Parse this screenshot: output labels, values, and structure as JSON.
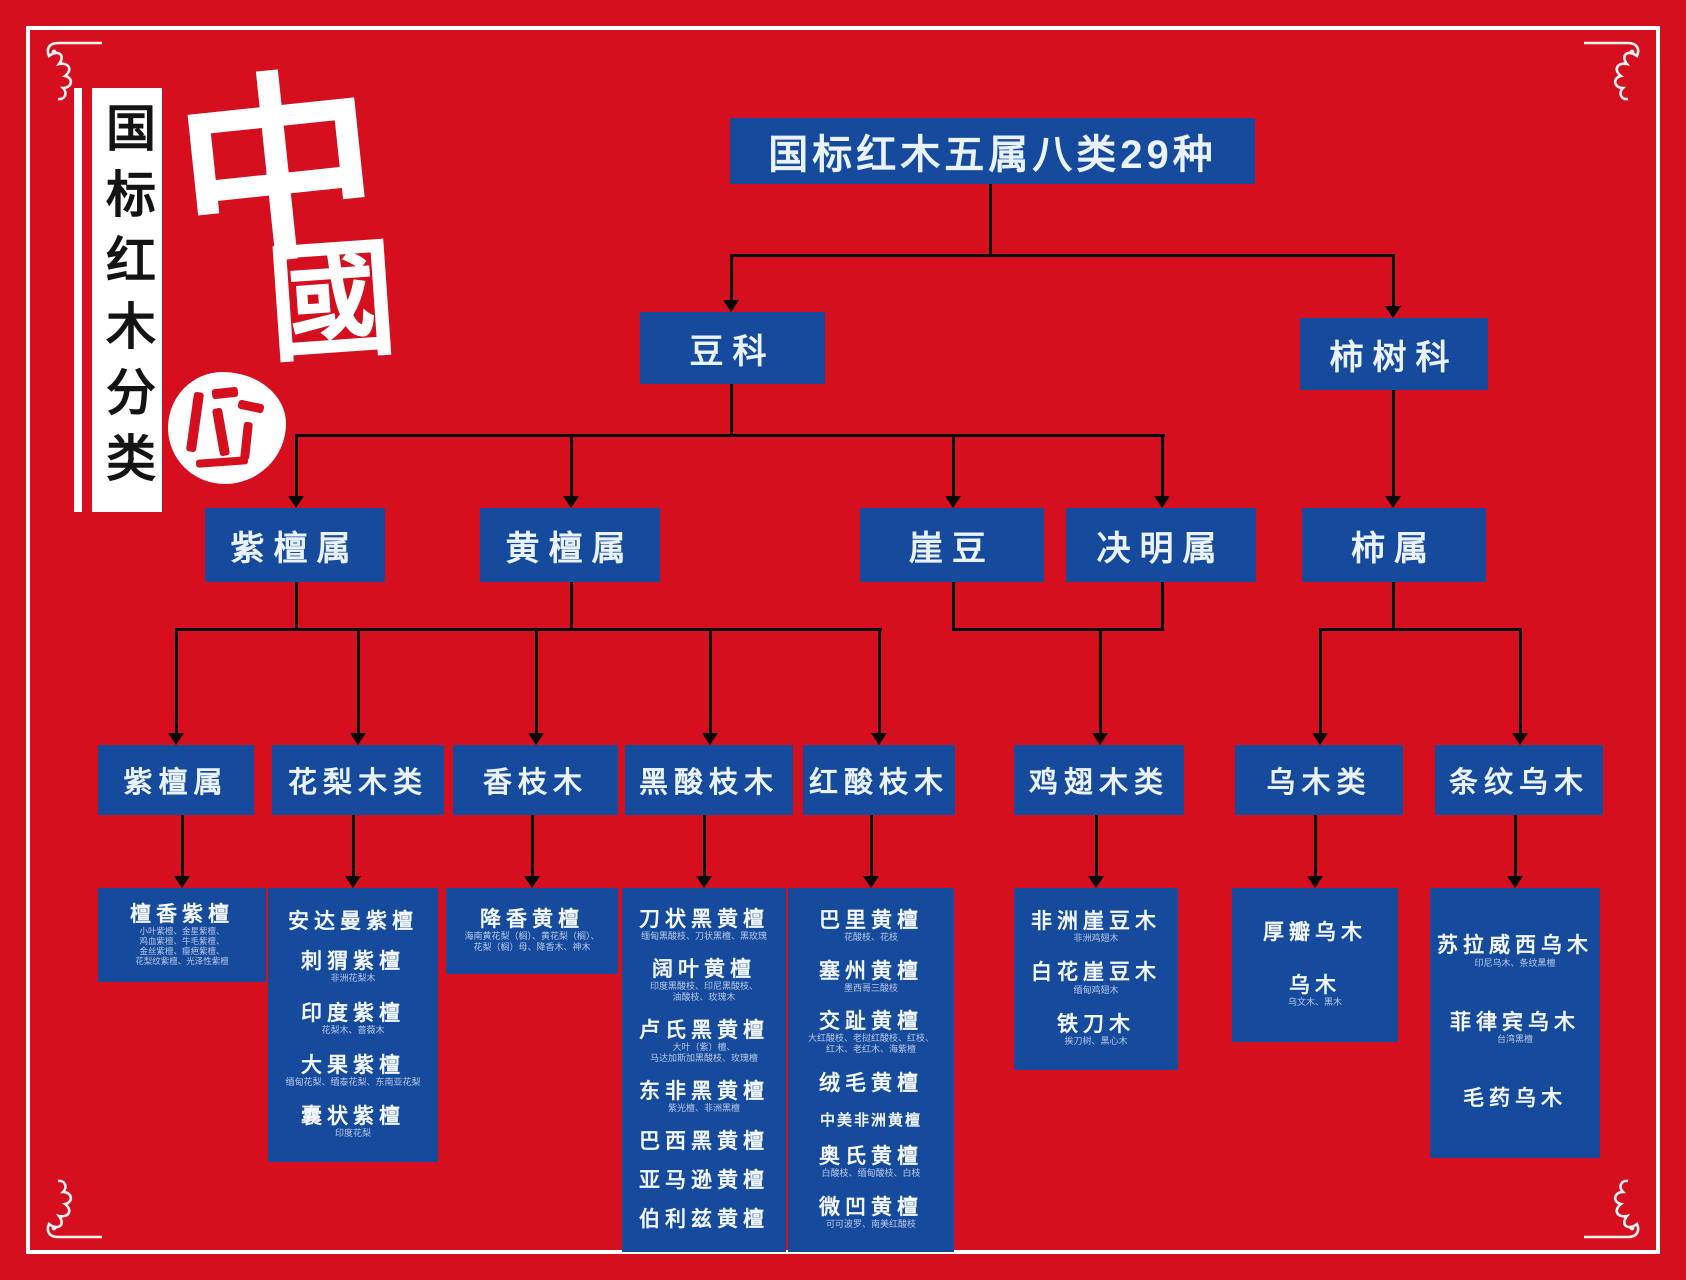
{
  "colors": {
    "background_red": "#d50f1e",
    "box_blue": "#164a9d",
    "line_black": "#070707",
    "frame_white": "#ffffff"
  },
  "side_banner": {
    "title": "国标红木分类"
  },
  "calligraphy": {
    "char_top": "中",
    "char_bottom": "國"
  },
  "tree": {
    "root": "国标红木五属八类29种",
    "families": {
      "legume": "豆科",
      "ebenaceae": "柿树科"
    },
    "genera": {
      "pterocarpus": "紫檀属",
      "dalbergia": "黄檀属",
      "millettia": "崖豆",
      "senna": "决明属",
      "diospyros": "柿属"
    },
    "classes": {
      "zitan": "紫檀属",
      "huali": "花梨木类",
      "xiangzhi": "香枝木",
      "heisuanzhi": "黑酸枝木",
      "hongsuanzhi": "红酸枝木",
      "jichi": "鸡翅木类",
      "wumu": "乌木类",
      "tiaowen": "条纹乌木"
    }
  },
  "leaves": {
    "zitan": [
      {
        "n": "檀香紫檀",
        "a": [
          "小叶紫檀、金星紫檀、",
          "鸡血紫檀、牛毛紫檀、",
          "金丝紫檀、瘿疤紫檀、",
          "花梨纹紫檀、光泽性紫檀"
        ]
      }
    ],
    "huali": [
      {
        "n": "安达曼紫檀",
        "a": []
      },
      {
        "n": "刺猬紫檀",
        "a": [
          "非洲花梨木"
        ]
      },
      {
        "n": "印度紫檀",
        "a": [
          "花梨木、蔷薇木"
        ]
      },
      {
        "n": "大果紫檀",
        "a": [
          "缅甸花梨、缅泰花梨、东南亚花梨"
        ]
      },
      {
        "n": "囊状紫檀",
        "a": [
          "印度花梨"
        ]
      }
    ],
    "xiangzhi": [
      {
        "n": "降香黄檀",
        "a": [
          "海南黄花梨（榈）、黄花梨（榈）、",
          "花梨（榈）母、降香木、神木"
        ]
      }
    ],
    "heisuanzhi": [
      {
        "n": "刀状黑黄檀",
        "a": [
          "缅甸黑酸枝、刀状黑檀、黑玫瑰"
        ]
      },
      {
        "n": "阔叶黄檀",
        "a": [
          "印度黑酸枝、印尼黑酸枝、",
          "油酸枝、玫瑰木"
        ]
      },
      {
        "n": "卢氏黑黄檀",
        "a": [
          "大叶（紫）檀、",
          "马达加斯加黑酸枝、玫瑰檀"
        ]
      },
      {
        "n": "东非黑黄檀",
        "a": [
          "紫光檀、非洲黑檀"
        ]
      },
      {
        "n": "巴西黑黄檀",
        "a": []
      },
      {
        "n": "亚马逊黄檀",
        "a": []
      },
      {
        "n": "伯利兹黄檀",
        "a": []
      }
    ],
    "hongsuanzhi": [
      {
        "n": "巴里黄檀",
        "a": [
          "花酸枝、花枝"
        ]
      },
      {
        "n": "塞州黄檀",
        "a": [
          "墨西哥三酸枝"
        ]
      },
      {
        "n": "交趾黄檀",
        "a": [
          "大红酸枝、老挝红酸枝、红枝、",
          "红木、老红木、海紫檀"
        ]
      },
      {
        "n": "绒毛黄檀",
        "a": []
      },
      {
        "n": "中美非洲黄檀",
        "a": []
      },
      {
        "n": "奥氏黄檀",
        "a": [
          "白酸枝、缅甸酸枝、白枝"
        ]
      },
      {
        "n": "微凹黄檀",
        "a": [
          "可可波罗、南美红酸枝"
        ]
      }
    ],
    "jichi": [
      {
        "n": "非洲崖豆木",
        "a": [
          "非洲鸡翅木"
        ]
      },
      {
        "n": "白花崖豆木",
        "a": [
          "缅甸鸡翅木"
        ]
      },
      {
        "n": "铁刀木",
        "a": [
          "挨刀树、黑心木"
        ]
      }
    ],
    "wumu": [
      {
        "n": "厚瓣乌木",
        "a": []
      },
      {
        "n": "乌木",
        "a": [
          "乌文木、黑木"
        ]
      }
    ],
    "tiaowen": [
      {
        "n": "苏拉威西乌木",
        "a": [
          "印尼乌木、条纹黑檀"
        ]
      },
      {
        "n": "菲律宾乌木",
        "a": [
          "台湾黑檀"
        ]
      },
      {
        "n": "毛药乌木",
        "a": []
      }
    ]
  }
}
